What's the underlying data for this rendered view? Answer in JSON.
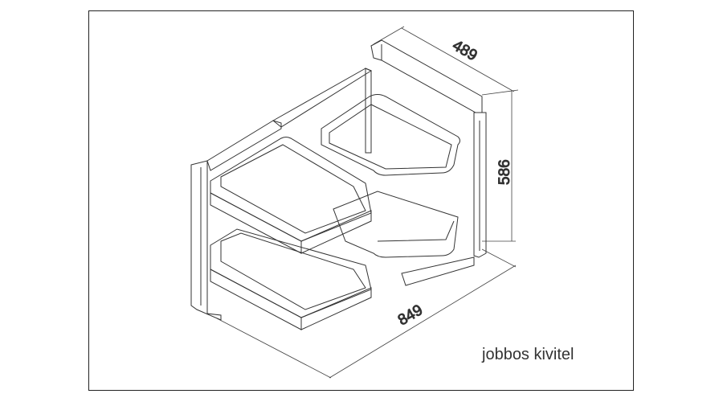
{
  "dimensions": {
    "depth": "489",
    "height": "586",
    "width": "849"
  },
  "caption": "jobbos kivitel"
}
